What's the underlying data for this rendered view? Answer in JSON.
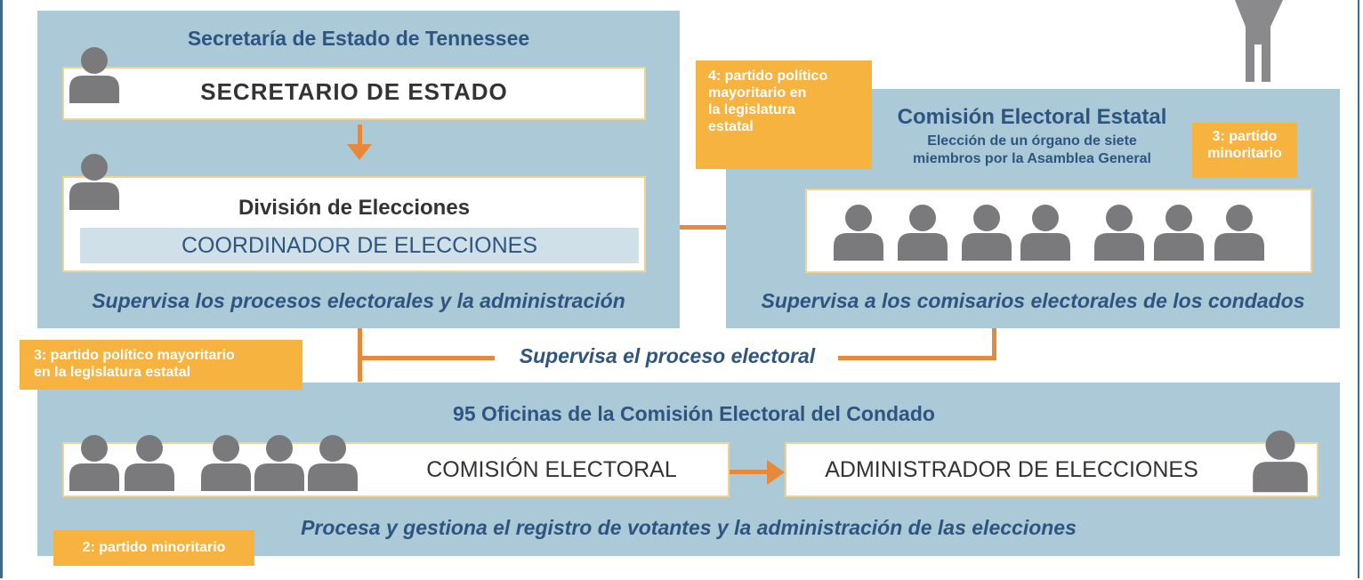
{
  "secretary_panel": {
    "title": "Secretaría de Estado de Tennessee",
    "secretary_label": "SECRETARIO DE ESTADO",
    "division_title": "División de Elecciones",
    "coordinator_label": "COORDINADOR DE ELECCIONES",
    "caption": "Supervisa los procesos electorales y la administración"
  },
  "state_commission_panel": {
    "title": "Comisión Electoral Estatal",
    "subtitle_line1": "Elección de un órgano de siete",
    "subtitle_line2": "miembros por la Asamblea General",
    "caption": "Supervisa a los comisarios electorales de los condados",
    "callout_majority": [
      "4: partido político",
      "mayoritario en",
      "la legislatura",
      "estatal"
    ],
    "callout_minority": [
      "3: partido",
      "minoritario"
    ]
  },
  "connector_label": "Supervisa el proceso electoral",
  "county_panel": {
    "title": "95 Oficinas de la Comisión Electoral del Condado",
    "commission_label": "COMISIÓN ELECTORAL",
    "administrator_label": "ADMINISTRADOR DE ELECCIONES",
    "caption": "Procesa y gestiona el registro de votantes y la administración de las elecciones",
    "callout_majority": [
      "3: partido político mayoritario",
      "en la legislatura estatal"
    ],
    "callout_minority": "2: partido minoritario"
  },
  "colors": {
    "panel": "#abc9d7",
    "title_blue": "#2e5580",
    "orange_line": "#e6893a",
    "callout": "#f6b33f",
    "person": "#7a7a7c",
    "box_border": "#f1d291"
  },
  "icons": [
    "person-icon",
    "arrow-down-icon",
    "arrow-right-icon"
  ]
}
